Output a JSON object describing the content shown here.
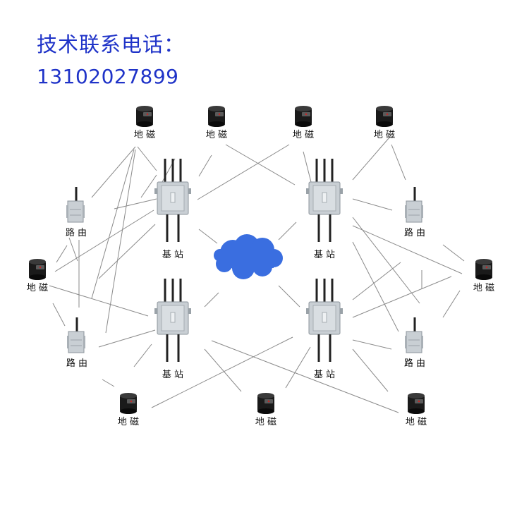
{
  "header": {
    "title": "技术联系电话：",
    "phone": "13102027899"
  },
  "labels": {
    "sensor": "地 磁",
    "router": "路 由",
    "base_station": "基 站"
  },
  "colors": {
    "header_text": "#1f33c8",
    "cloud_fill": "#3a6ee0",
    "line": "#8a8a8a",
    "sensor_body": "#1a1a1a",
    "device_body": "#c9cfd4"
  },
  "icons": {
    "sensor": "geomagnetic-sensor-icon",
    "router": "router-icon",
    "base_station": "base-station-icon",
    "cloud": "cloud-icon"
  }
}
